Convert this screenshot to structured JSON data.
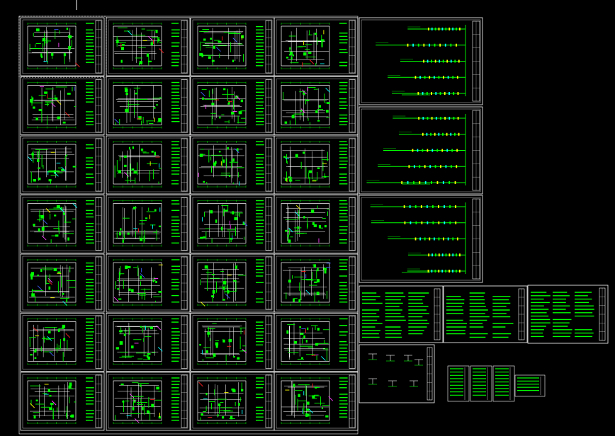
{
  "colors": {
    "background": "#000000",
    "frame": "#ffffff",
    "wall": "#ffffff",
    "primary": "#00ff00",
    "accent_red": "#ff2020",
    "accent_yellow": "#ffff00",
    "accent_cyan": "#00ffff",
    "accent_blue": "#4060ff",
    "accent_magenta": "#ff40ff"
  },
  "drawing_set": {
    "floor_plan_grid": {
      "rows": 7,
      "cols": 4
    },
    "system_diagram_sheets": 3,
    "legend_sheets": 3,
    "detail_sheets": 1,
    "mini_table_sheets": 4
  }
}
